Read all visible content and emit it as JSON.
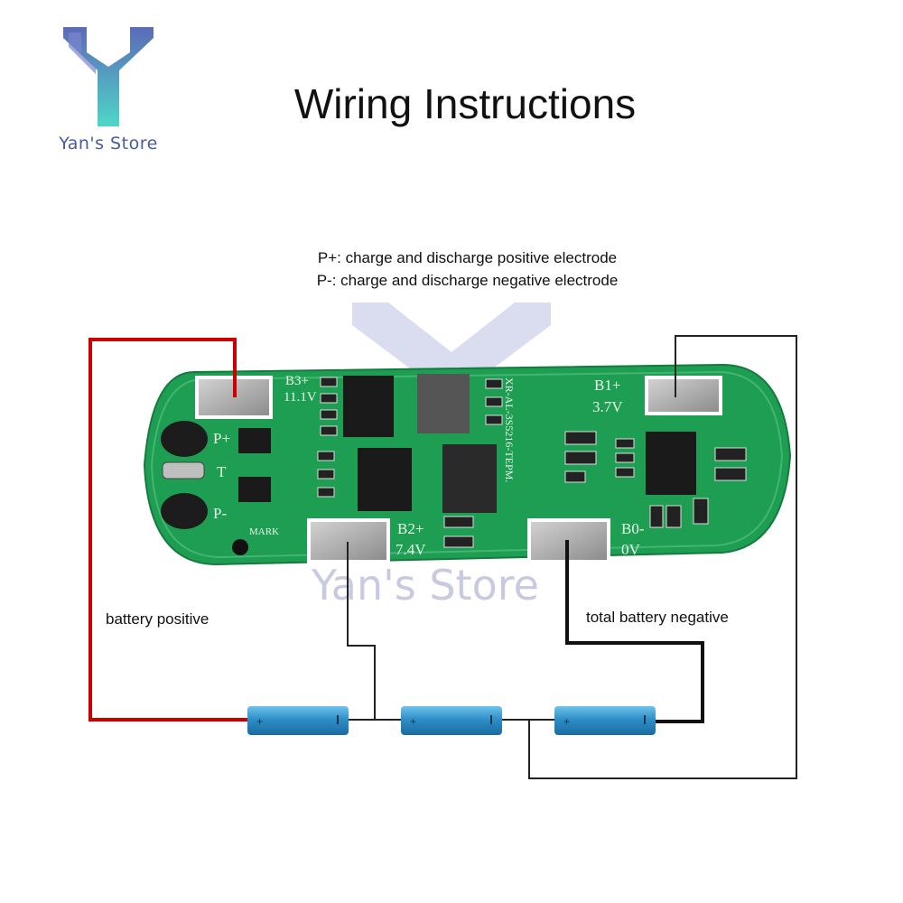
{
  "brand": {
    "name": "Yan's Store",
    "color_top": "#5b6ab8",
    "color_bottom": "#4fd6c8"
  },
  "title": "Wiring Instructions",
  "legend": {
    "p_plus": "P+: charge and discharge positive electrode",
    "p_minus": "P-: charge and discharge negative electrode"
  },
  "labels": {
    "battery_positive": "battery positive",
    "total_battery_negative": "total battery negative"
  },
  "board": {
    "color": "#1e9e52",
    "pads": {
      "b3": [
        "B3+",
        "11.1V"
      ],
      "b1": [
        "B1+",
        "3.7V"
      ],
      "b2": [
        "B2+",
        "7.4V"
      ],
      "b0": [
        "B0-",
        "0V"
      ]
    },
    "terminals": [
      "P+",
      "T",
      "P-"
    ],
    "mark": "MARK",
    "model": "XR-AL-3S5216-TEPM."
  },
  "watermark": "Yan's Store",
  "wire_colors": {
    "positive": "#cc0000",
    "negative": "#111111",
    "link": "#222222"
  }
}
